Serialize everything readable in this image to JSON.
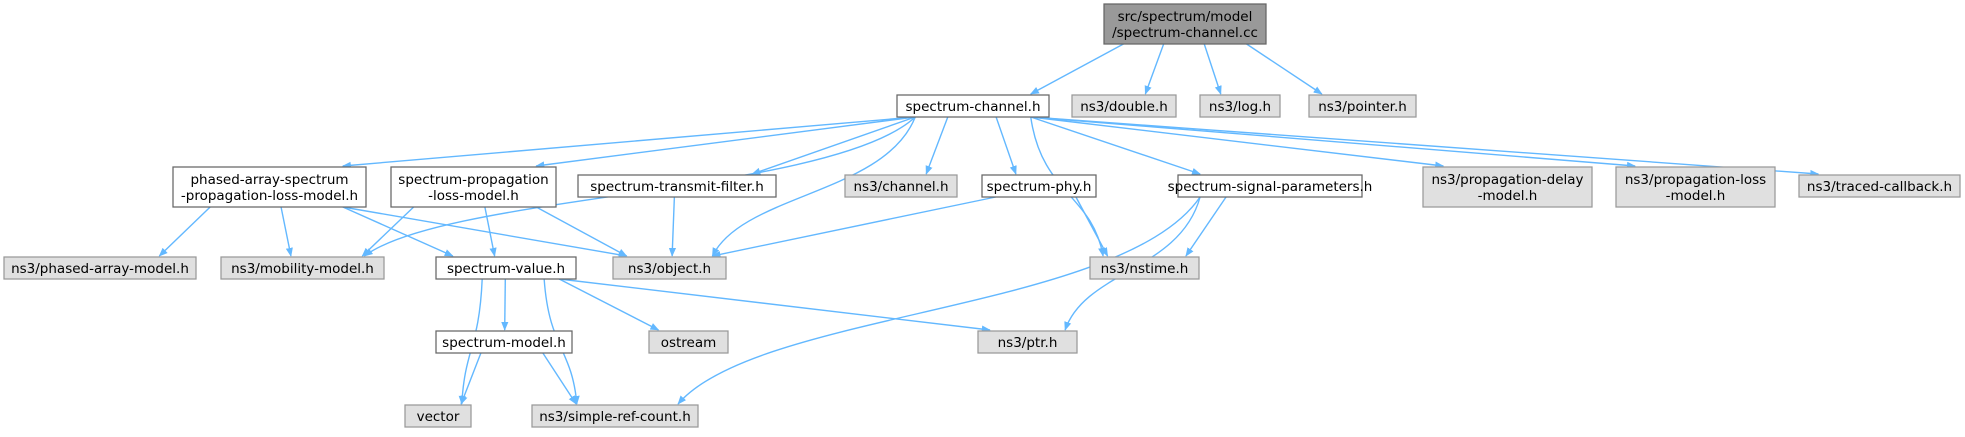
{
  "diagram": {
    "type": "include-dependency-graph",
    "colors": {
      "root_fill": "#999999",
      "root_stroke": "#666666",
      "file_fill": "#ffffff",
      "file_stroke": "#666666",
      "external_fill": "#e0e0e0",
      "external_stroke": "#999999",
      "edge": "#63b8ff"
    },
    "nodes": [
      {
        "id": "root",
        "kind": "root",
        "lines": [
          "src/spectrum/model",
          "/spectrum-channel.cc"
        ]
      },
      {
        "id": "spectrum_channel_h",
        "kind": "file",
        "lines": [
          "spectrum-channel.h"
        ]
      },
      {
        "id": "ns3_double",
        "kind": "external",
        "lines": [
          "ns3/double.h"
        ]
      },
      {
        "id": "ns3_log",
        "kind": "external",
        "lines": [
          "ns3/log.h"
        ]
      },
      {
        "id": "ns3_pointer",
        "kind": "external",
        "lines": [
          "ns3/pointer.h"
        ]
      },
      {
        "id": "phased_array",
        "kind": "file",
        "lines": [
          "phased-array-spectrum",
          "-propagation-loss-model.h"
        ]
      },
      {
        "id": "spectrum_prop",
        "kind": "file",
        "lines": [
          "spectrum-propagation",
          "-loss-model.h"
        ]
      },
      {
        "id": "transmit_filter",
        "kind": "file",
        "lines": [
          "spectrum-transmit-filter.h"
        ]
      },
      {
        "id": "ns3_channel",
        "kind": "external",
        "lines": [
          "ns3/channel.h"
        ]
      },
      {
        "id": "spectrum_phy",
        "kind": "file",
        "lines": [
          "spectrum-phy.h"
        ]
      },
      {
        "id": "signal_params",
        "kind": "file",
        "lines": [
          "spectrum-signal-parameters.h"
        ]
      },
      {
        "id": "prop_delay",
        "kind": "external",
        "lines": [
          "ns3/propagation-delay",
          "-model.h"
        ]
      },
      {
        "id": "prop_loss",
        "kind": "external",
        "lines": [
          "ns3/propagation-loss",
          "-model.h"
        ]
      },
      {
        "id": "traced_cb",
        "kind": "external",
        "lines": [
          "ns3/traced-callback.h"
        ]
      },
      {
        "id": "phased_model",
        "kind": "external",
        "lines": [
          "ns3/phased-array-model.h"
        ]
      },
      {
        "id": "mobility",
        "kind": "external",
        "lines": [
          "ns3/mobility-model.h"
        ]
      },
      {
        "id": "spectrum_value",
        "kind": "file",
        "lines": [
          "spectrum-value.h"
        ]
      },
      {
        "id": "ns3_object",
        "kind": "external",
        "lines": [
          "ns3/object.h"
        ]
      },
      {
        "id": "ns3_nstime",
        "kind": "external",
        "lines": [
          "ns3/nstime.h"
        ]
      },
      {
        "id": "spectrum_model",
        "kind": "file",
        "lines": [
          "spectrum-model.h"
        ]
      },
      {
        "id": "ostream",
        "kind": "external",
        "lines": [
          "ostream"
        ]
      },
      {
        "id": "ns3_ptr",
        "kind": "external",
        "lines": [
          "ns3/ptr.h"
        ]
      },
      {
        "id": "vector",
        "kind": "external",
        "lines": [
          "vector"
        ]
      },
      {
        "id": "simple_ref",
        "kind": "external",
        "lines": [
          "ns3/simple-ref-count.h"
        ]
      }
    ],
    "edges": [
      [
        "root",
        "spectrum_channel_h"
      ],
      [
        "root",
        "ns3_double"
      ],
      [
        "root",
        "ns3_log"
      ],
      [
        "root",
        "ns3_pointer"
      ],
      [
        "spectrum_channel_h",
        "phased_array"
      ],
      [
        "spectrum_channel_h",
        "spectrum_prop"
      ],
      [
        "spectrum_channel_h",
        "transmit_filter"
      ],
      [
        "spectrum_channel_h",
        "ns3_channel"
      ],
      [
        "spectrum_channel_h",
        "spectrum_phy"
      ],
      [
        "spectrum_channel_h",
        "signal_params"
      ],
      [
        "spectrum_channel_h",
        "prop_delay"
      ],
      [
        "spectrum_channel_h",
        "prop_loss"
      ],
      [
        "spectrum_channel_h",
        "traced_cb"
      ],
      [
        "spectrum_channel_h",
        "mobility"
      ],
      [
        "spectrum_channel_h",
        "ns3_object"
      ],
      [
        "spectrum_channel_h",
        "ns3_nstime"
      ],
      [
        "phased_array",
        "phased_model"
      ],
      [
        "phased_array",
        "mobility"
      ],
      [
        "phased_array",
        "spectrum_value"
      ],
      [
        "phased_array",
        "ns3_object"
      ],
      [
        "spectrum_prop",
        "mobility"
      ],
      [
        "spectrum_prop",
        "spectrum_value"
      ],
      [
        "spectrum_prop",
        "ns3_object"
      ],
      [
        "transmit_filter",
        "ns3_object"
      ],
      [
        "spectrum_phy",
        "ns3_object"
      ],
      [
        "spectrum_phy",
        "ns3_nstime"
      ],
      [
        "signal_params",
        "ns3_nstime"
      ],
      [
        "signal_params",
        "ns3_ptr"
      ],
      [
        "signal_params",
        "simple_ref"
      ],
      [
        "spectrum_value",
        "spectrum_model"
      ],
      [
        "spectrum_value",
        "ostream"
      ],
      [
        "spectrum_value",
        "ns3_ptr"
      ],
      [
        "spectrum_value",
        "vector"
      ],
      [
        "spectrum_value",
        "simple_ref"
      ],
      [
        "spectrum_model",
        "vector"
      ],
      [
        "spectrum_model",
        "simple_ref"
      ]
    ]
  }
}
